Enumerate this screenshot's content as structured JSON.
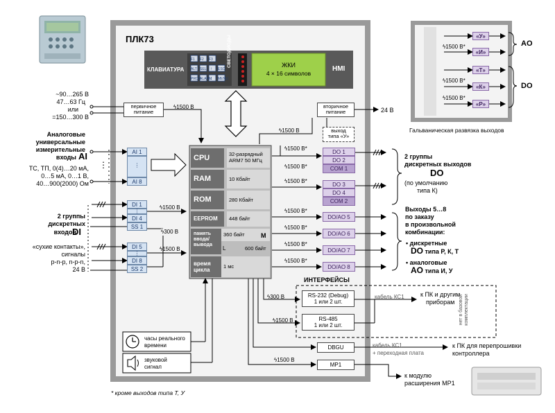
{
  "plc_title": "ПЛК73",
  "hmi": {
    "keyboard_label": "КЛАВИАТУРА",
    "leds_label": "СВЕТОДИОДЫ",
    "lcd_label": "ЖКИ",
    "lcd_sub": "4 × 16 символов",
    "hmi_label": "HMI",
    "key_labels": [
      "F1",
      "F2",
      "F3",
      "ALT",
      "PROG",
      "SEL",
      "↑",
      "↓",
      "ALARM",
      "ESC",
      "MENU"
    ]
  },
  "power": {
    "input_lines": [
      "~90…265 В",
      "47…63 Гц",
      "или",
      "=150…300 В"
    ],
    "primary_label": [
      "первичное",
      "питание"
    ],
    "secondary_label": [
      "вторичное",
      "питание"
    ],
    "output_24v": "24 В",
    "isolation_1500": "1500 В",
    "output_type_label": [
      "выход",
      "типа «У»"
    ]
  },
  "ai": {
    "title_lines": [
      "Аналоговые",
      "универсальные",
      "измерительные",
      "входы"
    ],
    "title_big": "AI",
    "desc_lines": [
      "ТС, ТП, 0(4)…20 мА,",
      "0…5 мА, 0…1 В,",
      "40…900(2000) Ом"
    ],
    "box_labels": [
      "AI 1",
      "⋮",
      "AI 8"
    ]
  },
  "di": {
    "title_lines": [
      "2 группы",
      "дискретных",
      "входов"
    ],
    "title_big": "DI",
    "desc_lines": [
      "«сухие контакты»,",
      "сигналы",
      "p-n-p, n-p-n,",
      "24 В"
    ],
    "group1": [
      "DI 1",
      "⋮",
      "DI 4"
    ],
    "group2": [
      "DI 5",
      "⋮",
      "DI 8"
    ],
    "ss1": "SS 1",
    "ss2": "SS 2",
    "iso_1500": "1500 В",
    "iso_300": "300 В"
  },
  "cpu": {
    "rows": [
      {
        "label": "CPU",
        "value": "32-разрядный ARM7  50 МГц"
      },
      {
        "label": "RAM",
        "value": "10 Кбайт"
      },
      {
        "label": "ROM",
        "value": "280 Кбайт"
      },
      {
        "label": "EEPROM",
        "value": "448 байт"
      },
      {
        "label": "память ввода/ вывода",
        "value": "360 байт",
        "suffix": "M",
        "l_label": "L",
        "l_value": "600 байт"
      },
      {
        "label": "время цикла",
        "value": "1 мс"
      }
    ]
  },
  "do": {
    "group1": [
      "DO 1",
      "DO 2",
      "COM 1"
    ],
    "group2": [
      "DO 3",
      "DO 4",
      "COM 2"
    ],
    "doao": [
      "DO/AO 5",
      "DO/AO 6",
      "DO/AO 7",
      "DO/AO 8"
    ],
    "iso_star": "1500 В*",
    "title_lines": [
      "2 группы",
      "дискретных выходов"
    ],
    "title_big": "DO",
    "title_sub": [
      "(по умолчанию",
      "типа К)"
    ],
    "outputs_lines": [
      "Выходы 5…8",
      "по заказу",
      "в произвольной",
      "комбинации:"
    ],
    "bullet1_pre": "дискретные",
    "bullet1_big": "DO",
    "bullet1_post": "типа Р, К, Т",
    "bullet2_pre": "аналоговые",
    "bullet2_big": "AO",
    "bullet2_post": "типа И, У"
  },
  "galv": {
    "labels": [
      "«У»",
      "«И»",
      "«Т»",
      "«К»",
      "«Р»"
    ],
    "iso": "1500 В*",
    "ao": "AO",
    "do": "DO",
    "caption": "Гальваническая развязка выходов"
  },
  "interfaces": {
    "title": "ИНТЕРФЕЙСЫ",
    "rs232_lines": [
      "RS-232 (Debug)",
      "1 или 2 шт."
    ],
    "rs485_lines": [
      "RS-485",
      "1 или 2 шт."
    ],
    "iso_300": "300 В",
    "iso_1500": "1500 В",
    "cable_kc1": "кабель КС1",
    "to_pc": [
      "к ПК и другим",
      "приборам"
    ],
    "side_note": [
      "нет в базовой",
      "комплектации"
    ],
    "dbgu": "DBGU",
    "dbgu_cable": "кабель КС1",
    "dbgu_plate": "+ переходная плата",
    "dbgu_to": [
      "к ПК для перепрошивки",
      "контроллера"
    ],
    "mr1": "МР1",
    "mr1_iso": "1500 В",
    "mr1_to": [
      "к модулю",
      "расширения МР1"
    ]
  },
  "misc": {
    "rtc_lines": [
      "часы реального",
      "времени"
    ],
    "sound_lines": [
      "звуковой",
      "сигнал"
    ],
    "footnote": "* кроме выходов типа Т, У"
  }
}
